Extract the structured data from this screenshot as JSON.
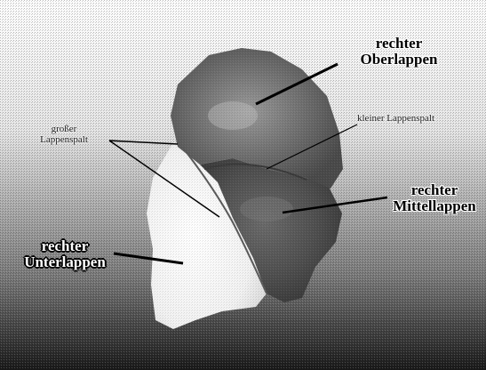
{
  "labels": {
    "oberlappen": "rechter\nOberlappen",
    "kleiner_lappenspalt": "kleiner Lappenspalt",
    "grosser_lappenspalt": "großer\nLappenspalt",
    "mittellappen": "rechter\nMittellappen",
    "unterlappen": "rechter\nUnterlappen"
  },
  "colors": {
    "background_top": "#ffffff",
    "background_bottom": "#1a1a1a",
    "oberlappen": "#6e6e6e",
    "mittellappen": "#555555",
    "unterlappen": "#f4f4f4",
    "pointer_lines": "#000000"
  }
}
